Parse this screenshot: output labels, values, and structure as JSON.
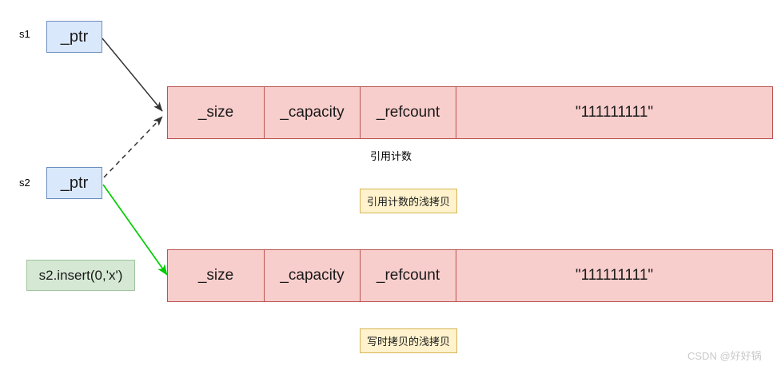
{
  "diagram": {
    "title": "C++ string copy-on-write / reference counting diagram",
    "colors": {
      "pink_fill": "#f8cecc",
      "pink_border": "#b85450",
      "blue_fill": "#dae8fc",
      "blue_border": "#6c8ebf",
      "green_fill": "#d5e8d4",
      "green_border": "#9fc49b",
      "yellow_fill": "#fff2cc",
      "yellow_border": "#d6b656",
      "arrow_black": "#333333",
      "arrow_green": "#00cc00",
      "watermark": "#c9c9c9"
    }
  },
  "variables": {
    "s1_label": "s1",
    "s1_ptr": "_ptr",
    "s2_label": "s2",
    "s2_ptr": "_ptr"
  },
  "code": {
    "insert_call": "s2.insert(0,'x')"
  },
  "memory_blocks": [
    {
      "name": "shared-block",
      "cells": [
        {
          "label": "_size"
        },
        {
          "label": "_capacity"
        },
        {
          "label": "_refcount"
        },
        {
          "label": "\"111111111\""
        }
      ]
    },
    {
      "name": "copied-block",
      "cells": [
        {
          "label": "_size"
        },
        {
          "label": "_capacity"
        },
        {
          "label": "_refcount"
        },
        {
          "label": "\"111111111\""
        }
      ]
    }
  ],
  "annotations": {
    "refcount_caption": "引用计数",
    "badge_top": "引用计数的浅拷贝",
    "badge_bottom": "写时拷贝的浅拷贝"
  },
  "watermark": {
    "text": "CSDN @好好锅"
  }
}
